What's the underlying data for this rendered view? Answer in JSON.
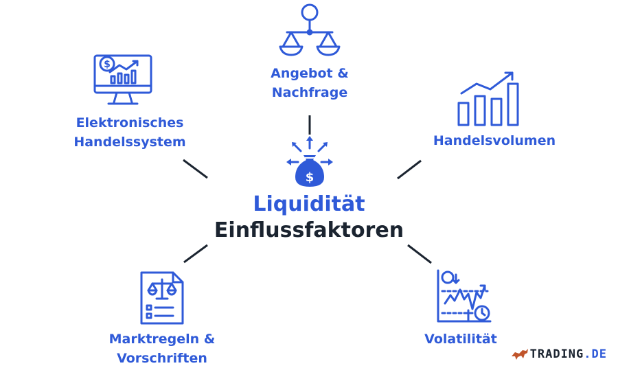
{
  "center": {
    "line1": "Liquidität",
    "line2": "Einflussfaktoren"
  },
  "nodes": {
    "supply_demand": {
      "line1": "Angebot &",
      "line2": "Nachfrage"
    },
    "electronic": {
      "line1": "Elektronisches",
      "line2": "Handelssystem"
    },
    "volume": {
      "line1": "Handelsvolumen"
    },
    "rules": {
      "line1": "Marktregeln &",
      "line2": "Vorschriften"
    },
    "volatility": {
      "line1": "Volatilität"
    }
  },
  "logo": {
    "brand": "TRADING",
    "tld": ".DE"
  },
  "colors": {
    "accent": "#2F5AD8",
    "dark": "#1B2430",
    "line": "#1B2430"
  },
  "icons": [
    "scale-icon",
    "computer-chart-icon",
    "bar-chart-icon",
    "document-scale-icon",
    "volatility-chart-icon",
    "money-bag-icon",
    "bull-logo-icon"
  ]
}
